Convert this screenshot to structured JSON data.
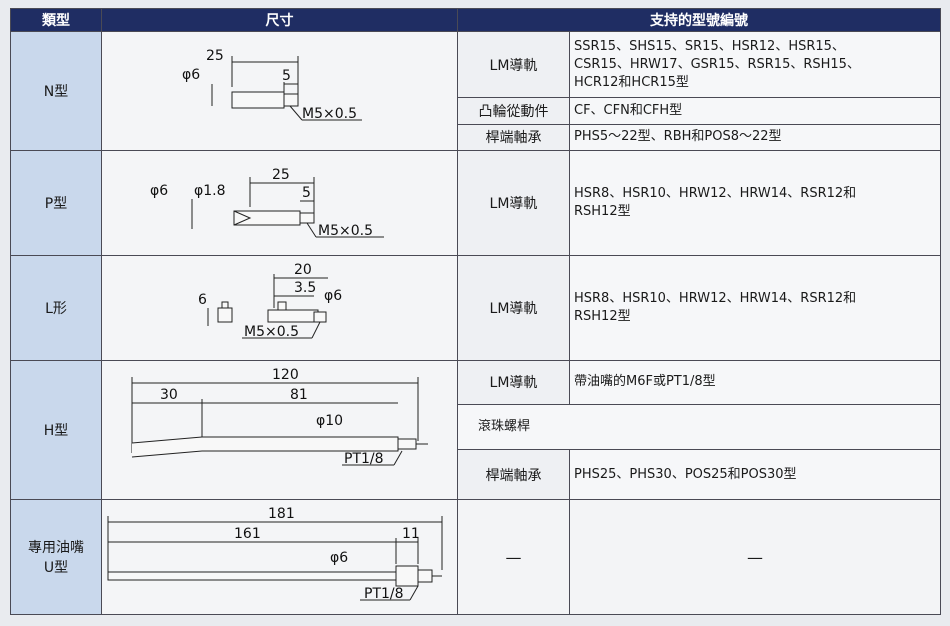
{
  "header": {
    "col_type": "類型",
    "col_dim": "尺寸",
    "col_models": "支持的型號編號"
  },
  "rows": [
    {
      "type": "N型",
      "dims": {
        "d_outer": "φ6",
        "len": "25",
        "tip": "5",
        "thread": "M5×0.5"
      },
      "sub": [
        {
          "cat": "LM導軌",
          "models": [
            "SSR15、SHS15、SR15、HSR12、HSR15、",
            "CSR15、HRW17、GSR15、RSR15、RSH15、",
            "HCR12和HCR15型"
          ]
        },
        {
          "cat": "凸輪從動件",
          "models": [
            "CF、CFN和CFH型"
          ]
        },
        {
          "cat": "桿端軸承",
          "models": [
            "PHS5～22型、RBH和POS8～22型"
          ]
        }
      ]
    },
    {
      "type": "P型",
      "dims": {
        "d_outer": "φ6",
        "d_inner": "φ1.8",
        "len": "25",
        "tip": "5",
        "thread": "M5×0.5"
      },
      "sub": [
        {
          "cat": "LM導軌",
          "models": [
            "HSR8、HSR10、HRW12、HRW14、RSR12和",
            "RSH12型"
          ]
        }
      ]
    },
    {
      "type": "L形",
      "dims": {
        "h": "6",
        "len": "20",
        "tip": "3.5",
        "d_outer": "φ6",
        "thread": "M5×0.5"
      },
      "sub": [
        {
          "cat": "LM導軌",
          "models": [
            "HSR8、HSR10、HRW12、HRW14、RSR12和",
            "RSH12型"
          ]
        }
      ]
    },
    {
      "type": "H型",
      "dims": {
        "total": "120",
        "seg1": "30",
        "seg2": "81",
        "d_outer": "φ10",
        "thread": "PT1/8"
      },
      "sub": [
        {
          "cat": "LM導軌",
          "models": [
            "帶油嘴的M6F或PT1/8型"
          ]
        },
        {
          "cat": "滾珠螺桿",
          "models": []
        },
        {
          "cat": "桿端軸承",
          "models": [
            "PHS25、PHS30、POS25和POS30型"
          ]
        }
      ]
    },
    {
      "type_line1": "專用油嘴",
      "type_line2": "U型",
      "dims": {
        "total": "181",
        "seg1": "161",
        "seg2": "11",
        "d_outer": "φ6",
        "thread": "PT1/8"
      },
      "cat": "—",
      "models": "—"
    }
  ]
}
